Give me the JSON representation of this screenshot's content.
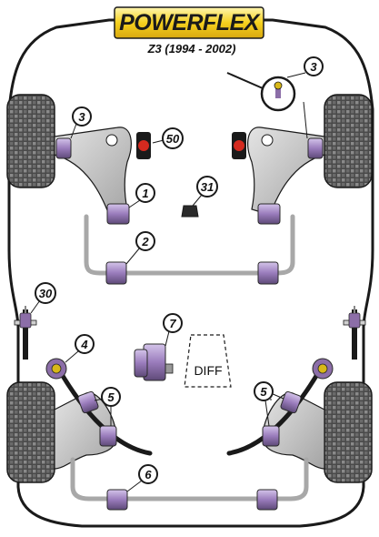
{
  "header": {
    "brand": "POWERFLEX",
    "model": "Z3 (1994 - 2002)"
  },
  "labels": {
    "diff": "DIFF"
  },
  "callouts": {
    "c3_top_right": "3",
    "c50": "50",
    "c3_left": "3",
    "c1": "1",
    "c31": "31",
    "c2": "2",
    "c30": "30",
    "c7": "7",
    "c4": "4",
    "c5_left": "5",
    "c5_right": "5",
    "c6": "6"
  },
  "colors": {
    "brand_yellow": "#f5d01e",
    "bushing_purple": "#8c6ea8",
    "bushing_light": "#c4b0dc",
    "bushing_dark": "#5e4a78",
    "arm_gray": "#bdbdbd",
    "tyre_dark": "#3a3a3a",
    "body_outline": "#1a1a1a",
    "bar_gray": "#a8a8a8",
    "bump_stop_red": "#d42a1f"
  }
}
